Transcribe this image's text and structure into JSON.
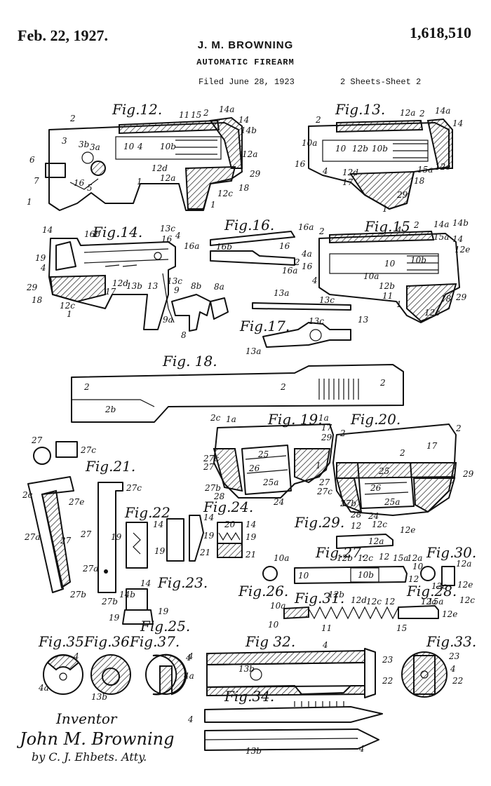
{
  "header": {
    "date": "Feb. 22, 1927.",
    "inventor_name": "J. M. BROWNING",
    "patent_number": "1,618,510",
    "title": "AUTOMATIC FIREARM",
    "filed": "Filed June 28, 1923",
    "sheets": "2 Sheets-Sheet 2"
  },
  "figure_labels": {
    "f12": "Fig.12.",
    "f13": "Fig.13.",
    "f14": "Fig.14.",
    "f15": "Fig.15",
    "f16": "Fig.16.",
    "f17": "Fig.17.",
    "f18": "Fig. 18.",
    "f19": "Fig. 19.",
    "f20": "Fig.20.",
    "f21": "Fig.21.",
    "f22": "Fig.22",
    "f23": "Fig.23.",
    "f24": "Fig.24.",
    "f25": "Fig.25.",
    "f26": "Fig.26.",
    "f27": "Fig.27.",
    "f28": "Fig.28.",
    "f29": "Fig.29.",
    "f30": "Fig.30.",
    "f31": "Fig.31.",
    "f32": "Fig 32.",
    "f33": "Fig.33.",
    "f34": "Fig.34.",
    "f35": "Fig.35.",
    "f36": "Fig.36.",
    "f37": "Fig.37."
  },
  "signature": {
    "caption": "Inventor",
    "name": "John M. Browning",
    "attorney": "by C. J. Ehbets. Atty."
  },
  "icons": [
    "patent-drawing-figures"
  ]
}
